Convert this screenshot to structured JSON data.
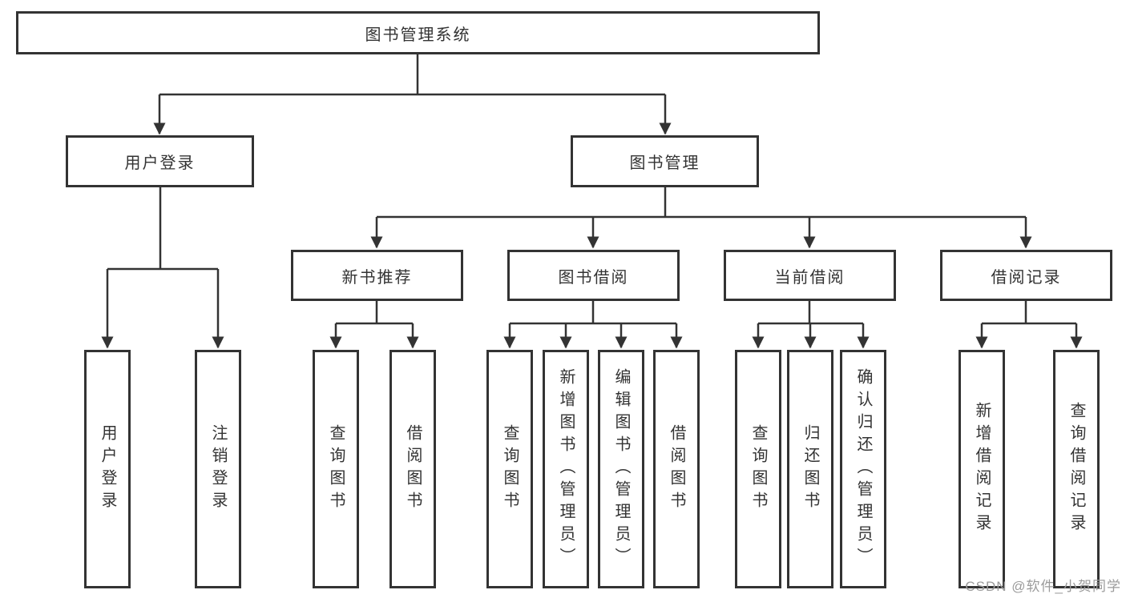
{
  "diagram_title": "图书管理系统",
  "level2": {
    "user_login": "用户登录",
    "book_mgmt": "图书管理"
  },
  "level3": {
    "new_books": "新书推荐",
    "book_borrow": "图书借阅",
    "current_borrow": "当前借阅",
    "borrow_records": "借阅记录"
  },
  "leaves": {
    "user_login_1": "用户登录",
    "user_login_2": "注销登录",
    "new_books_1": "查询图书",
    "new_books_2": "借阅图书",
    "book_borrow_1": "查询图书",
    "book_borrow_2": "新增图书（管理员）",
    "book_borrow_3": "编辑图书（管理员）",
    "book_borrow_4": "借阅图书",
    "current_borrow_1": "查询图书",
    "current_borrow_2": "归还图书",
    "current_borrow_3": "确认归还（管理员）",
    "borrow_records_1": "新增借阅记录",
    "borrow_records_2": "查询借阅记录"
  },
  "watermark": "CSDN @软件_小贺同学",
  "colors": {
    "line": "#333333",
    "text": "#333333",
    "watermark": "#9b9b9b"
  }
}
